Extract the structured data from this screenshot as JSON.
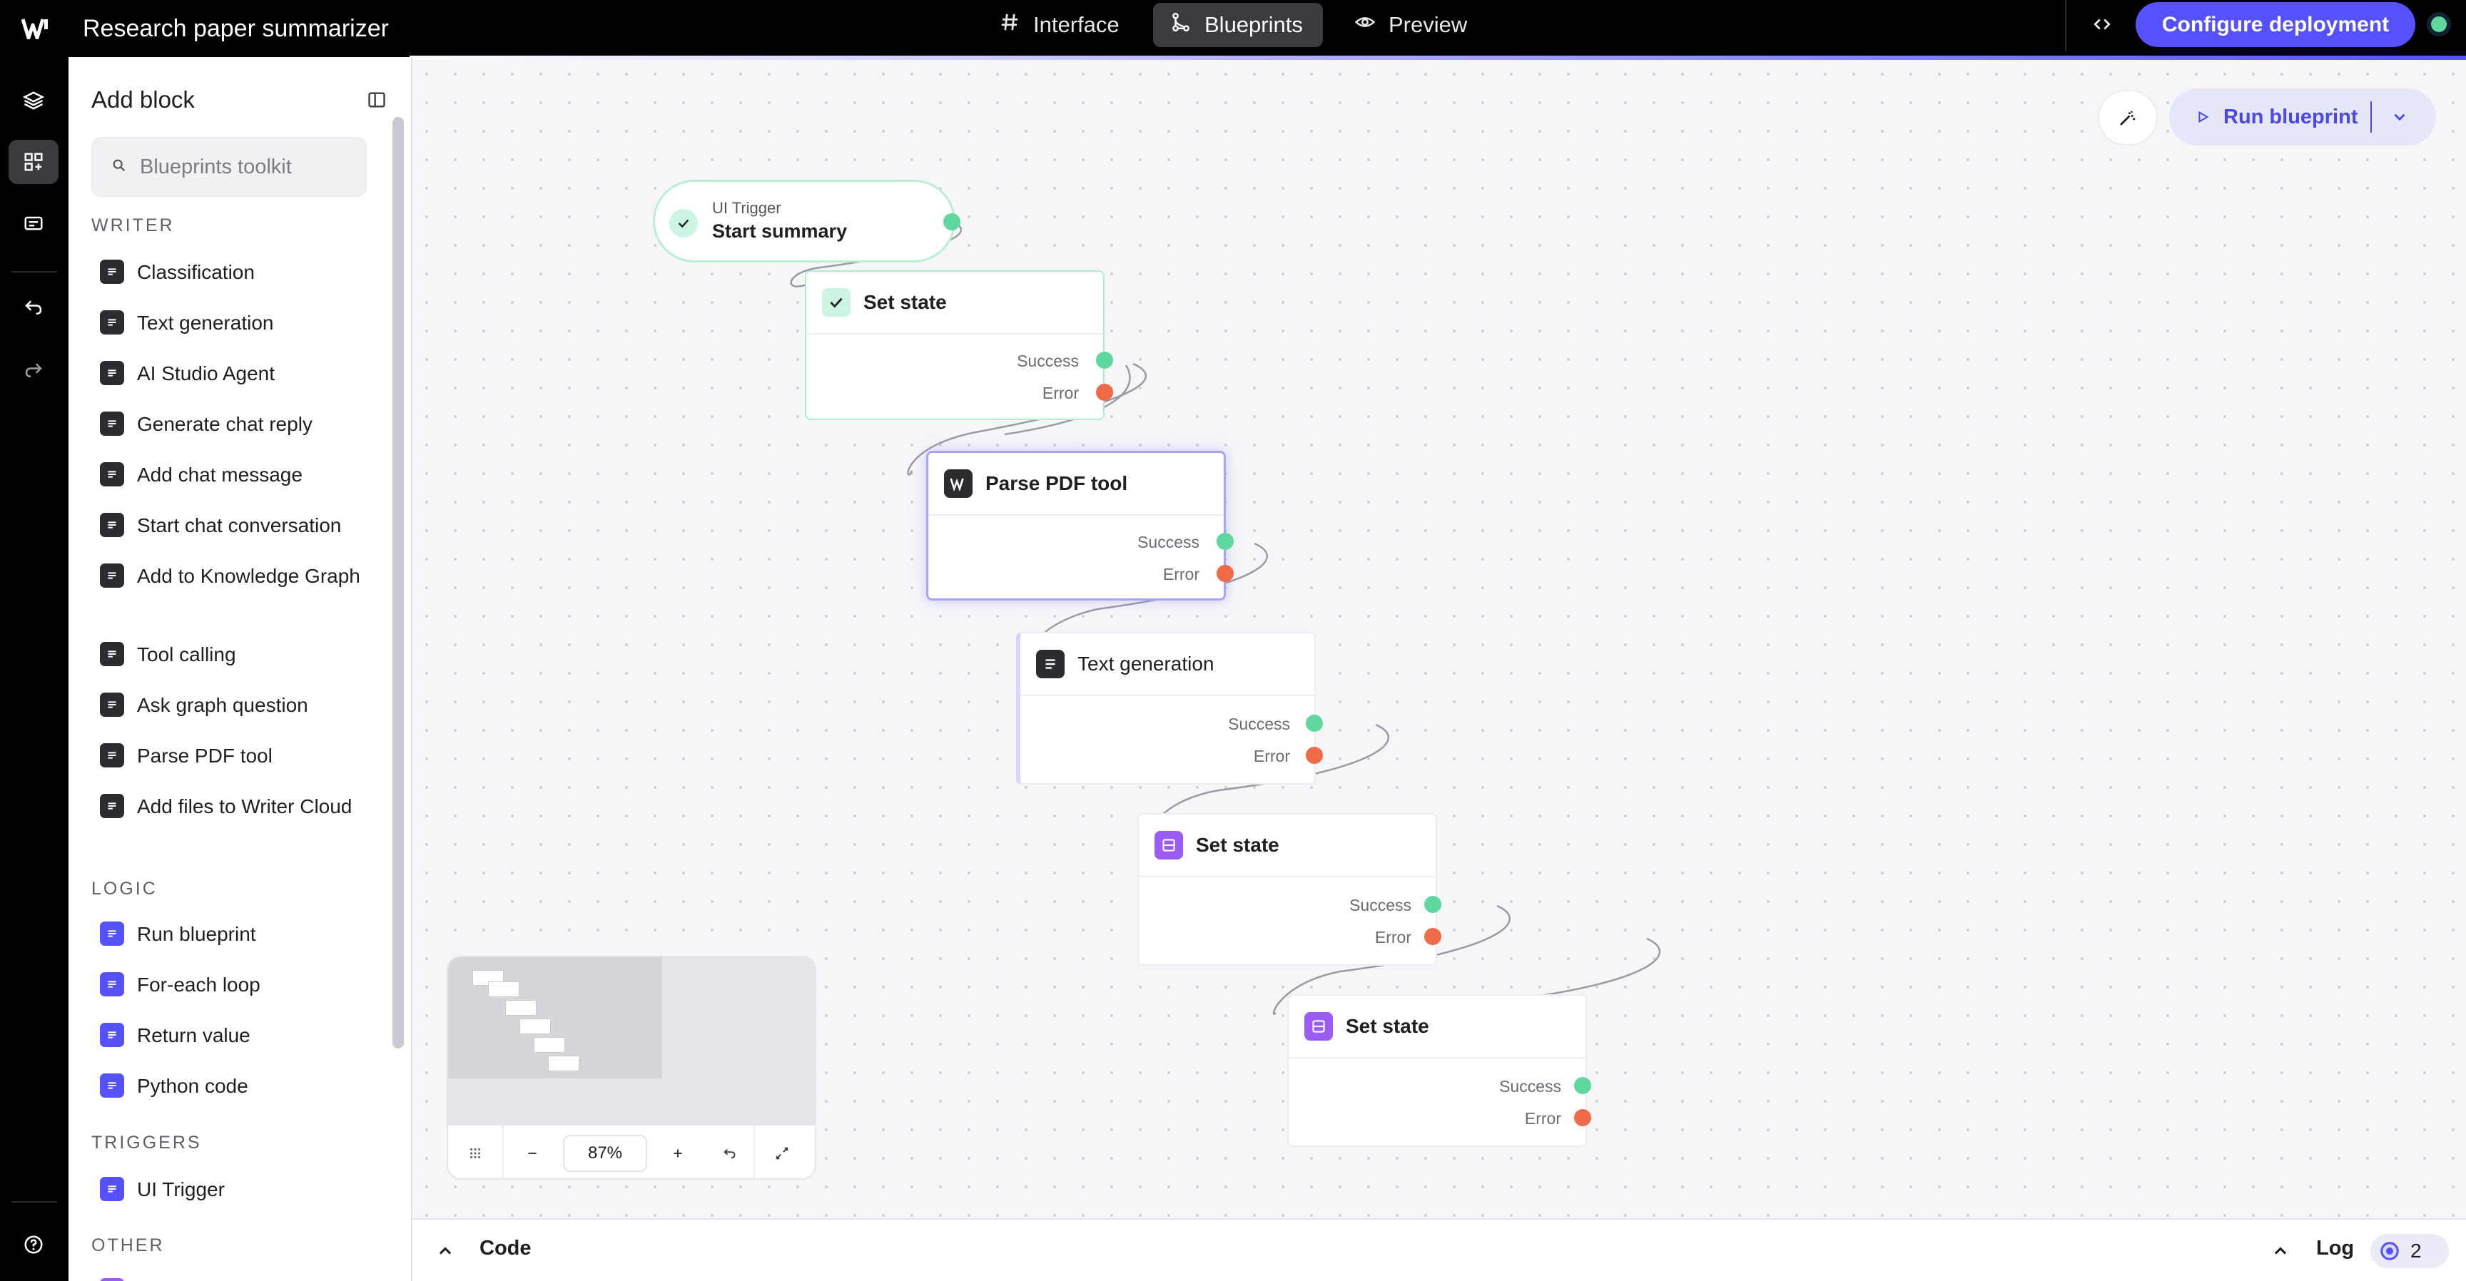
{
  "app": {
    "title": "Research paper summarizer"
  },
  "top_tabs": [
    {
      "label": "Interface",
      "icon": "hash-icon",
      "active": false
    },
    {
      "label": "Blueprints",
      "icon": "blueprint-icon",
      "active": true
    },
    {
      "label": "Preview",
      "icon": "eye-icon",
      "active": false
    }
  ],
  "deploy": {
    "label": "Configure deployment",
    "status_color": "#5fd8a0"
  },
  "panel": {
    "title": "Add block",
    "search_placeholder": "Blueprints toolkit",
    "sections": {
      "writer": "WRITER",
      "logic": "LOGIC",
      "triggers": "TRIGGERS",
      "other": "OTHER"
    },
    "writer_items": [
      "Classification",
      "Text generation",
      "AI Studio Agent",
      "Generate chat reply",
      "Add chat message",
      "Start chat conversation",
      "Add to Knowledge Graph",
      "Tool calling",
      "Ask graph question",
      "Parse PDF tool",
      "Add files to Writer Cloud"
    ],
    "logic_items": [
      "Run blueprint",
      "For-each loop",
      "Return value",
      "Python code"
    ],
    "trigger_items": [
      "UI Trigger"
    ]
  },
  "canvas": {
    "run_label": "Run blueprint",
    "trigger": {
      "type_label": "UI Trigger",
      "name": "Start summary"
    },
    "nodes": [
      {
        "title": "Set state",
        "success": "Success",
        "error": "Error"
      },
      {
        "title": "Parse PDF tool",
        "success": "Success",
        "error": "Error"
      },
      {
        "title": "Text generation",
        "success": "Success",
        "error": "Error"
      },
      {
        "title": "Set state",
        "success": "Success",
        "error": "Error"
      },
      {
        "title": "Set state",
        "success": "Success",
        "error": "Error"
      }
    ],
    "zoom": "87%"
  },
  "bottom": {
    "code_label": "Code",
    "log_label": "Log",
    "log_count": "2"
  },
  "colors": {
    "accent": "#5551ff",
    "success": "#5fd8a0",
    "error": "#ef6b48"
  }
}
